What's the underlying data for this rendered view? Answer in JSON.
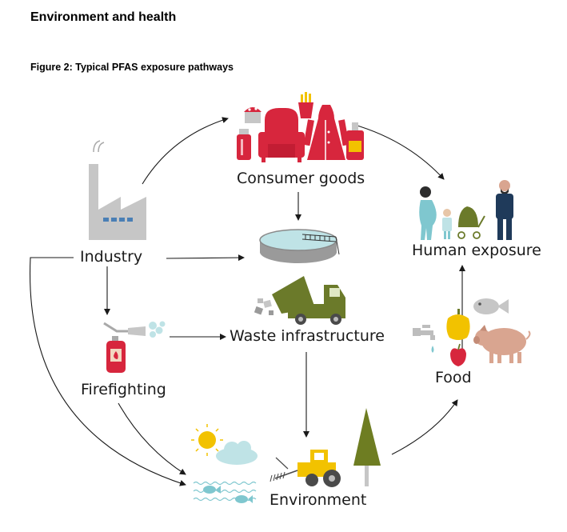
{
  "header": {
    "section_title": "Environment and health",
    "figure_title": "Figure 2: Typical PFAS exposure pathways"
  },
  "nodes": {
    "consumer_goods": "Consumer goods",
    "industry": "Industry",
    "human_exposure": "Human exposure",
    "waste_infrastructure": "Waste infrastructure",
    "firefighting": "Firefighting",
    "food": "Food",
    "environment": "Environment"
  },
  "colors": {
    "red": "#d7263d",
    "gray": "#c6c6c6",
    "olive": "#6b7a2a",
    "teal": "#7fc7cf",
    "yellow": "#f2c200",
    "navy": "#1f3a5a",
    "pig": "#d9a590",
    "tree": "#6e7d22"
  }
}
